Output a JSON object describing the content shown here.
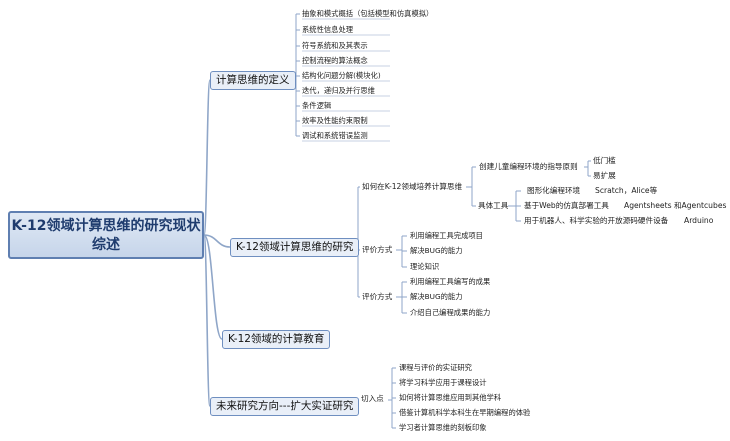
{
  "root": {
    "line1": "K-12领域计算思维的研究现状",
    "line2": "综述"
  },
  "branches": {
    "definition": {
      "label": "计算思维的定义",
      "items": [
        "抽象和模式概括（包括模型和仿真模拟）",
        "系统性信息处理",
        "符号系统和及其表示",
        "控制流程的算法概念",
        "结构化问题分解(模块化)",
        "迭代，递归及并行思维",
        "条件逻辑",
        "效率及性能约束限制",
        "调试和系统错误监测"
      ]
    },
    "research": {
      "label": "K-12领域计算思维的研究",
      "how": {
        "label": "如何在K-12领域培养计算思维",
        "principles": {
          "label": "创建儿童编程环境的指导原则",
          "items": [
            "低门槛",
            "易扩展"
          ]
        },
        "tools": {
          "label": "具体工具",
          "items": [
            {
              "category": "图形化编程环境",
              "example": "Scratch，Alice等"
            },
            {
              "category": "基于Web的仿真部署工具",
              "example": "Agentsheets 和Agentcubes"
            },
            {
              "category": "用于机器人、科学实验的开放源码硬件设备",
              "example": "Arduino"
            }
          ]
        }
      },
      "eval1": {
        "label": "评价方式",
        "items": [
          "利用编程工具完成项目",
          "解决BUG的能力",
          "理论知识"
        ]
      },
      "eval2": {
        "label": "评价方式",
        "items": [
          "利用编程工具编写的成果",
          "解决BUG的能力",
          "介绍自己编程成果的能力"
        ]
      }
    },
    "education": {
      "label": "K-12领域的计算教育"
    },
    "future": {
      "label": "未来研究方向---扩大实证研究",
      "entry": {
        "label": "切入点",
        "items": [
          "课程与评价的实证研究",
          "将学习科学应用于课程设计",
          "如何将计算思维应用到其他学科",
          "借鉴计算机科学本科生在早期编程的体验",
          "学习者计算思维的刻板印象"
        ]
      }
    }
  },
  "colors": {
    "line": "#8fa6c8",
    "branch_fill": "#e9eff8",
    "branch_border": "#6f8fc0",
    "root_border": "#5f7fb1",
    "root_text": "#1f3c6e"
  }
}
